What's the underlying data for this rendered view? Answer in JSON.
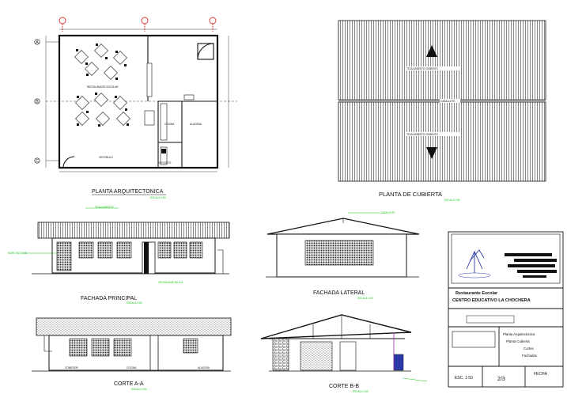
{
  "views": {
    "floor_plan": {
      "title": "PLANTA ARQUITECTONICA",
      "axes": [
        "A",
        "B",
        "C"
      ]
    },
    "roof_plan": {
      "title": "PLANTA DE CUBIERTA"
    },
    "front_elevation": {
      "title": "FACHADA PRINCIPAL"
    },
    "side_elevation": {
      "title": "FACHADA LATERAL"
    },
    "section_aa": {
      "title": "CORTE A-A"
    },
    "section_bb": {
      "title": "CORTE B-B"
    }
  },
  "title_block": {
    "project_line1": "Restaurante Escolar",
    "project_line2": "CENTRO EDUCATIVO LA CHOCHERA",
    "contents": [
      "Planta Arquitectonica",
      "Planta Cubierta",
      "Cortes",
      "Fachadas"
    ],
    "scale": "ESC. 1:50",
    "sheet": "2/3",
    "date_label": "FECHA"
  },
  "colors": {
    "line": "#111111",
    "axis_marker": "#e03030",
    "annotation": "#18c418",
    "accent": "#2a3aa8"
  }
}
